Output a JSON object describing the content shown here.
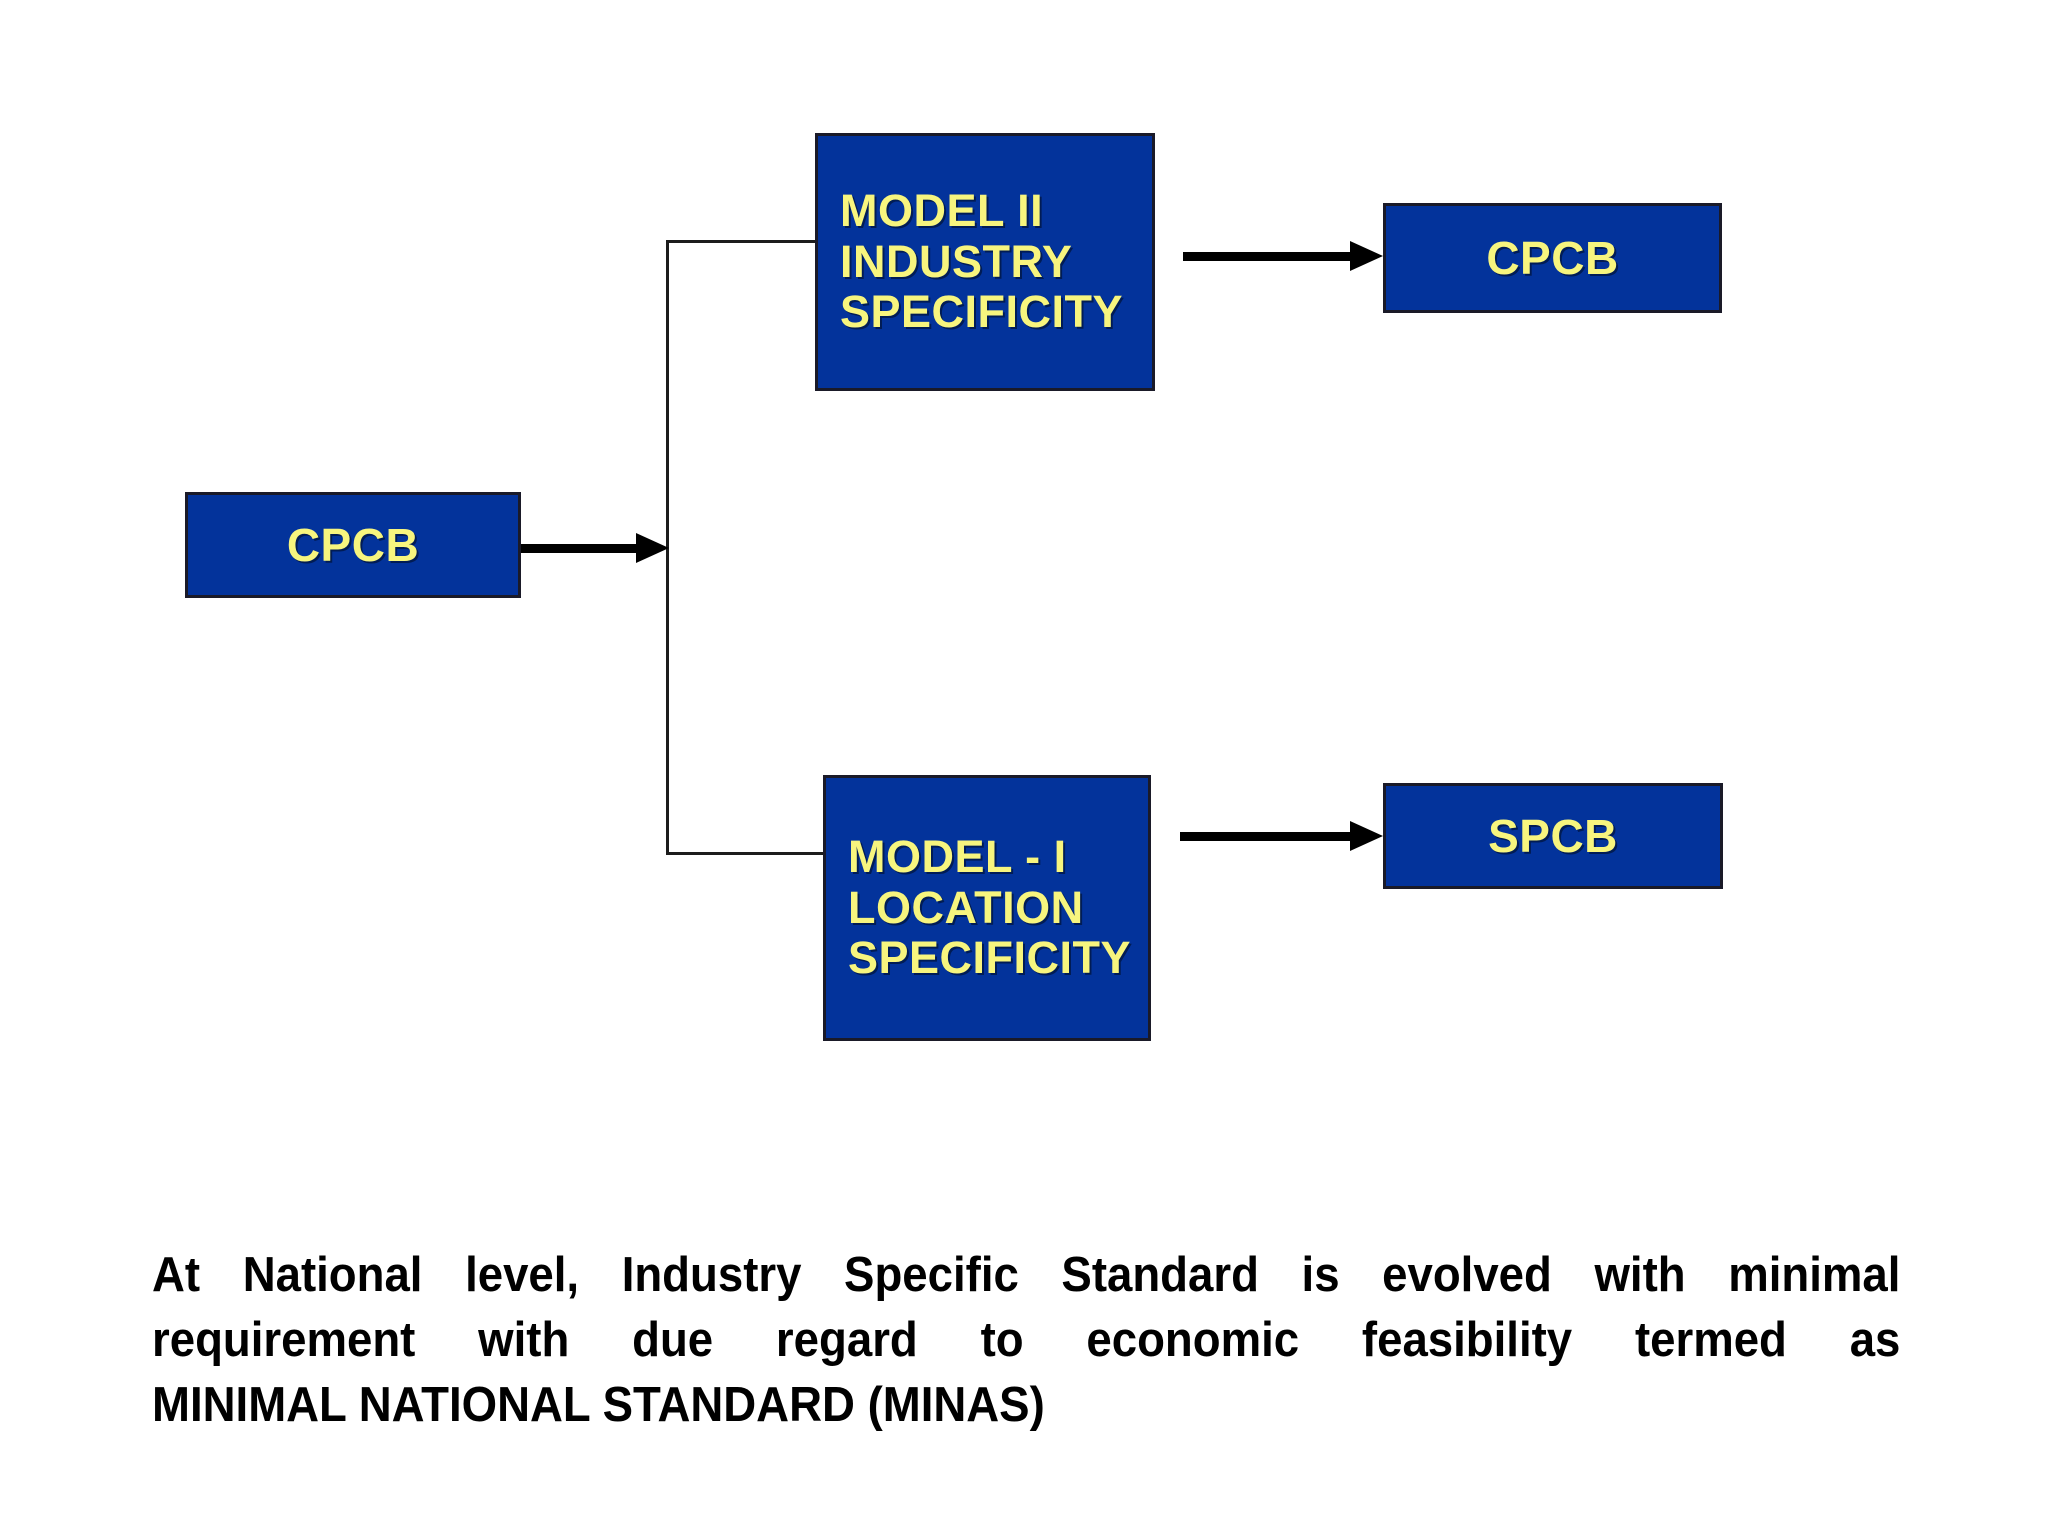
{
  "diagram": {
    "title": "MINAS standards flow",
    "colors": {
      "box_fill": "#03339B",
      "box_border": "#1a1a28",
      "box_text": "#F7F57E",
      "connector": "#1c1c1c",
      "arrow": "#000000",
      "background": "#ffffff",
      "caption_text": "#000000"
    },
    "nodes": {
      "source": {
        "label": "CPCB"
      },
      "model_two": {
        "line1": "MODEL II",
        "line2": "INDUSTRY",
        "line3": "SPECIFICITY"
      },
      "model_one": {
        "line1": "MODEL - I",
        "line2": "LOCATION",
        "line3": "SPECIFICITY"
      },
      "target_top": {
        "label": "CPCB"
      },
      "target_bottom": {
        "label": "SPCB"
      }
    },
    "connectors": [
      {
        "name": "cpcb-to-split",
        "from": "CPCB",
        "to": "branch point",
        "style": "thick arrow"
      },
      {
        "name": "branch-to-model-two",
        "from": "branch point",
        "to": "MODEL II INDUSTRY SPECIFICITY",
        "style": "thin line"
      },
      {
        "name": "branch-to-model-one",
        "from": "branch point",
        "to": "MODEL - I LOCATION SPECIFICITY",
        "style": "thin line"
      },
      {
        "name": "model-two-to-cpcb",
        "from": "MODEL II INDUSTRY SPECIFICITY",
        "to": "CPCB",
        "style": "thick arrow"
      },
      {
        "name": "model-one-to-spcb",
        "from": "MODEL - I LOCATION SPECIFICITY",
        "to": "SPCB",
        "style": "thick arrow"
      }
    ]
  },
  "caption": {
    "line1": "At National level, Industry Specific Standard is evolved with minimal",
    "line2": "requirement with due regard to economic feasibility termed as",
    "line3": "MINIMAL NATIONAL STANDARD (MINAS)"
  }
}
